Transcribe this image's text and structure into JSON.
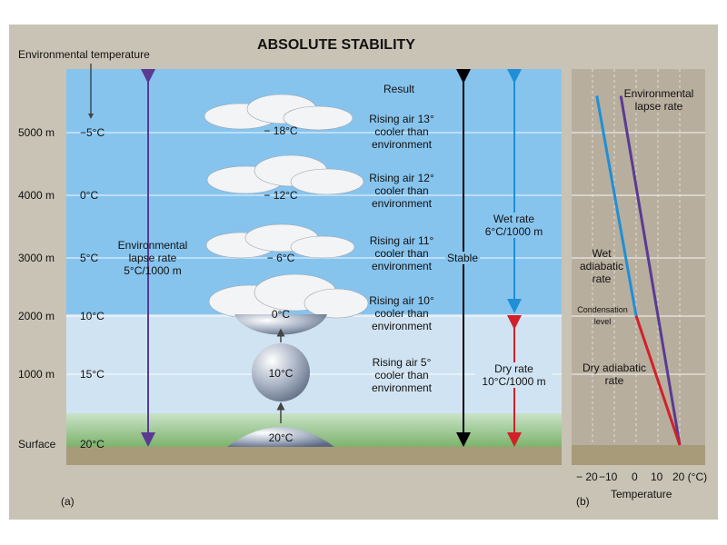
{
  "title": "ABSOLUTE STABILITY",
  "panel_a": {
    "label": "(a)",
    "env_temp_label": "Environmental temperature",
    "result_header": "Result",
    "levels": [
      {
        "altitude": "5000 m",
        "env_temp": "−5°C",
        "parcel_temp": "− 18°C",
        "result": "Rising air 13° cooler than environment"
      },
      {
        "altitude": "4000 m",
        "env_temp": "0°C",
        "parcel_temp": "− 12°C",
        "result": "Rising air 12° cooler than environment"
      },
      {
        "altitude": "3000 m",
        "env_temp": "5°C",
        "parcel_temp": "− 6°C",
        "result": "Rising air 11° cooler than environment"
      },
      {
        "altitude": "2000 m",
        "env_temp": "10°C",
        "parcel_temp": "0°C",
        "result": "Rising air 10° cooler than environment"
      },
      {
        "altitude": "1000 m",
        "env_temp": "15°C",
        "parcel_temp": "10°C",
        "result": "Rising air 5° cooler than environment"
      },
      {
        "altitude": "Surface",
        "env_temp": "20°C",
        "parcel_temp": "20°C",
        "result": ""
      }
    ],
    "env_lapse_label": "Environmental lapse rate 5°C/1000 m",
    "stable_label": "Stable",
    "wet_rate_label": "Wet rate 6°C/1000 m",
    "dry_rate_label": "Dry rate 10°C/1000 m"
  },
  "panel_b": {
    "label": "(b)",
    "env_lapse_label": "Environmental lapse rate",
    "wet_label": "Wet adiabatic rate",
    "condensation_label": "Condensation level",
    "dry_label": "Dry adiabatic rate",
    "axis_ticks": [
      "− 20",
      "−10",
      "0",
      "10",
      "20 (°C)"
    ],
    "axis_label": "Temperature"
  },
  "colors": {
    "env_lapse": "#5a3a93",
    "wet_rate": "#1f8fd6",
    "dry_rate": "#d2202a",
    "stable": "#000000",
    "sky_upper": "#86c4ee",
    "sky_lower": "#d0e3f2",
    "ground": "#a89b7a"
  },
  "chart_data": {
    "type": "line",
    "xlabel": "Temperature",
    "x_ticks": [
      -20,
      -10,
      0,
      10,
      20
    ],
    "series": [
      {
        "name": "Environmental lapse rate",
        "x": [
          20,
          -7
        ],
        "y": [
          0,
          5400
        ]
      },
      {
        "name": "Wet adiabatic rate",
        "x": [
          0,
          -18
        ],
        "y": [
          2000,
          5400
        ]
      },
      {
        "name": "Dry adiabatic rate",
        "x": [
          20,
          0
        ],
        "y": [
          0,
          2000
        ]
      }
    ]
  }
}
